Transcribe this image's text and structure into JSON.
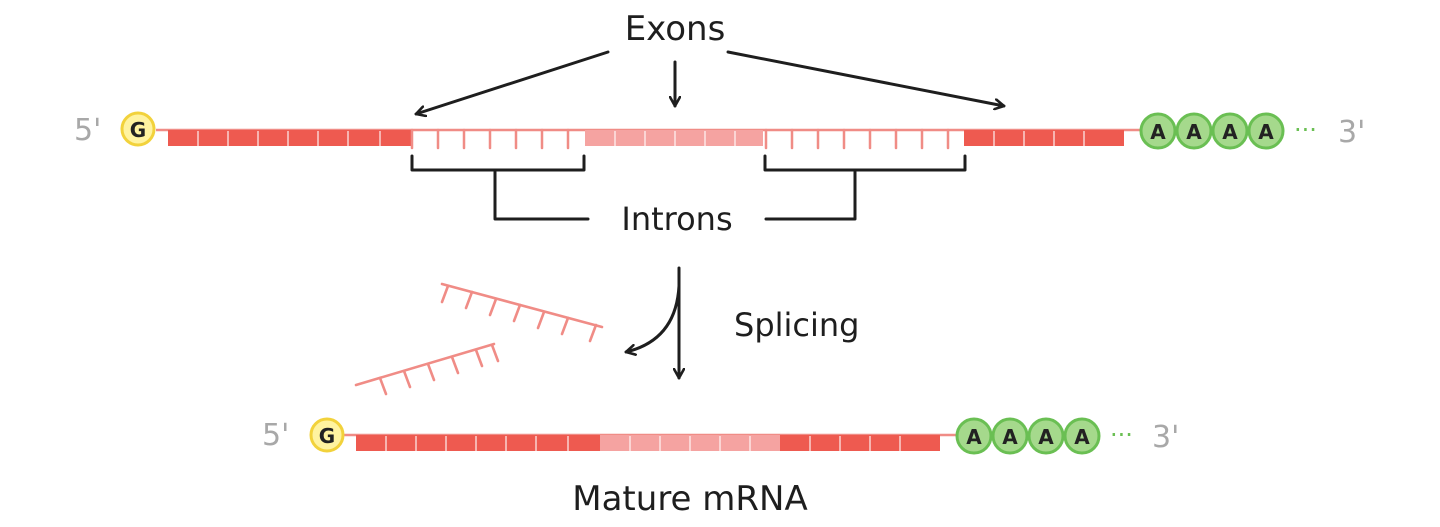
{
  "labels": {
    "exons": "Exons",
    "introns": "Introns",
    "splicing": "Splicing",
    "mature_mrna": "Mature mRNA"
  },
  "pre_mrna": {
    "five_prime": "5'",
    "cap": "G",
    "poly_a": [
      "A",
      "A",
      "A",
      "A"
    ],
    "ellipsis": "···",
    "three_prime": "3'"
  },
  "mature": {
    "five_prime": "5'",
    "cap": "G",
    "poly_a": [
      "A",
      "A",
      "A",
      "A"
    ],
    "ellipsis": "···",
    "three_prime": "3'"
  },
  "colors": {
    "exon_dark": "#ee5a50",
    "exon_light": "#f5a3a1",
    "intron_stroke": "#f08c86",
    "cap_fill": "#fff3a0",
    "cap_stroke": "#f2d23c",
    "polya_fill": "#a5d98c",
    "polya_stroke": "#6abf53",
    "ink": "#1e1e1e",
    "end_gray": "#a8a8a8"
  }
}
